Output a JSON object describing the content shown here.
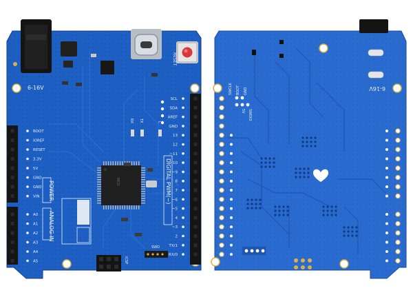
{
  "front": {
    "power_jack_label": "6-16V",
    "power_header": {
      "pins": [
        "BOOT",
        "IOREF",
        "RESET",
        "3.3V",
        "5V",
        "GND",
        "GND",
        "VIN"
      ],
      "section_label": "POWER"
    },
    "analog_header": {
      "pins": [
        "A0",
        "A1",
        "A2",
        "A3",
        "A4",
        "A5"
      ],
      "section_label": "ANALOG IN"
    },
    "digital_header": {
      "pins": [
        "SCL",
        "SDA",
        "AREF",
        "GND",
        "13",
        "12",
        "~11",
        "~10",
        "~9",
        "8",
        "7",
        "~6",
        "~5",
        "4",
        "~3",
        "2",
        "TX/1",
        "RX/0"
      ],
      "section_label": "DIGITAL PWM(~)"
    },
    "led_labels": [
      "RX",
      "TX",
      "L"
    ],
    "reset_label": "RESET",
    "icsp_label": "ICSP",
    "swd_label": "SWD",
    "chip_label": "MCU"
  },
  "back": {
    "power_jack_label": "6-16V",
    "pad_labels": [
      "SWCLK",
      "BOOT",
      "GND",
      "5V",
      "SWDIO"
    ]
  },
  "colors": {
    "pcb": "#1d5fc2",
    "pcb_back": "#2a6bd0",
    "silkscreen": "#e8eef8",
    "header": "#151515",
    "gold": "#d9b04a"
  }
}
